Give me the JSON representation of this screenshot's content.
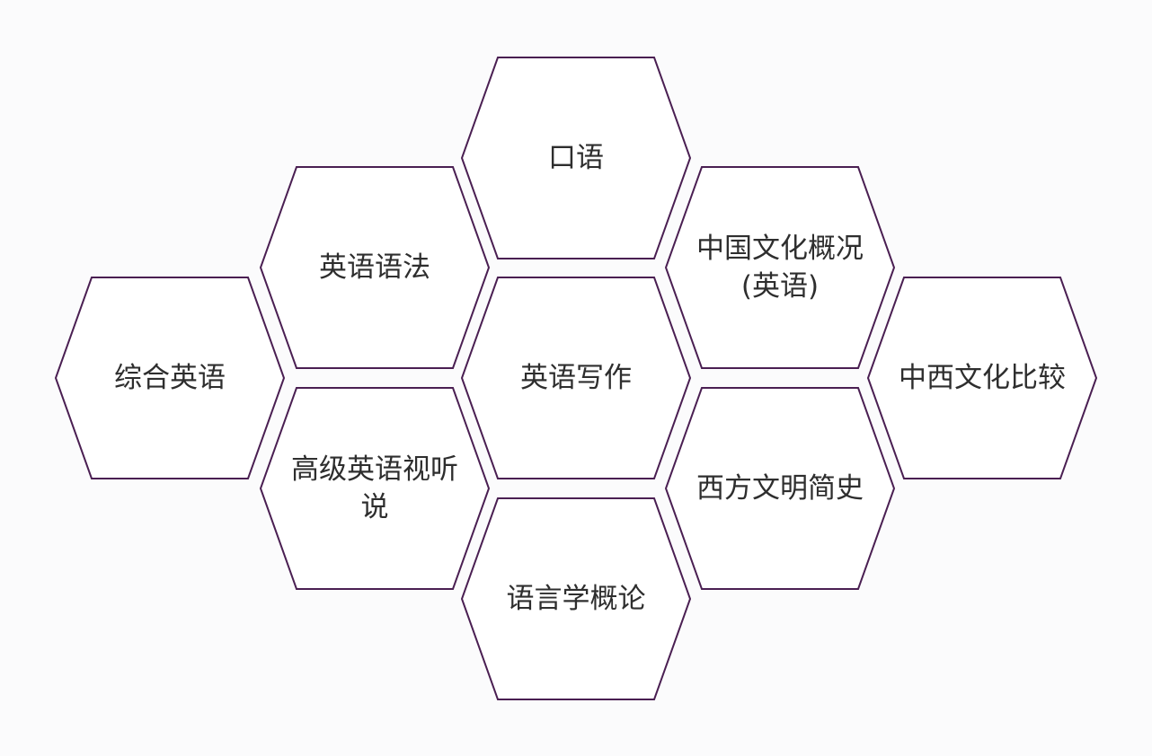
{
  "diagram": {
    "stroke_color": "#4a1f52",
    "text_color": "#2e2e2e",
    "background_color": "#fbfbfc",
    "nodes": [
      {
        "id": "spoken-english",
        "lines": [
          "口语"
        ]
      },
      {
        "id": "english-grammar",
        "lines": [
          "英语语法"
        ]
      },
      {
        "id": "chinese-culture-overview",
        "lines": [
          "中国文化概况",
          "(英语)"
        ]
      },
      {
        "id": "comprehensive-english",
        "lines": [
          "综合英语"
        ]
      },
      {
        "id": "english-writing",
        "lines": [
          "英语写作"
        ]
      },
      {
        "id": "chinese-western-culture-comparison",
        "lines": [
          "中西文化比较"
        ]
      },
      {
        "id": "advanced-english-viewing-listening-speaking",
        "lines": [
          "高级英语视听",
          "说"
        ]
      },
      {
        "id": "brief-history-western-civilization",
        "lines": [
          "西方文明简史"
        ]
      },
      {
        "id": "introduction-to-linguistics",
        "lines": [
          "语言学概论"
        ]
      }
    ]
  }
}
